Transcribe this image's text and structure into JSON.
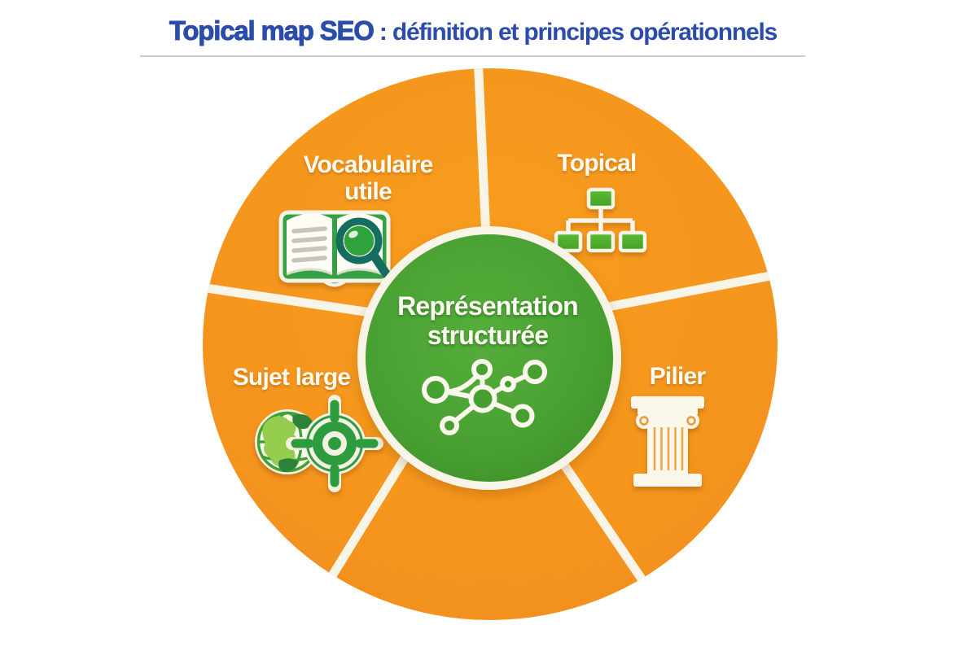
{
  "title": {
    "strong": "Topical map SEO",
    "rest": " : définition et principes opérationnels"
  },
  "hub": {
    "line1": "Représentation",
    "line2": "structurée",
    "icon": "network-graph-icon"
  },
  "segments": [
    {
      "name": "vocabulaire-utile",
      "line1": "Vocabulaire",
      "line2": "utile",
      "icon": "open-book-magnifier-icon",
      "position": "top-left"
    },
    {
      "name": "topical",
      "line1": "Topical",
      "line2": "",
      "icon": "org-chart-icon",
      "position": "top-right"
    },
    {
      "name": "sujet-large",
      "line1": "Sujet large",
      "line2": "",
      "icon": "globe-target-icon",
      "position": "left"
    },
    {
      "name": "pilier",
      "line1": "Pilier",
      "line2": "",
      "icon": "pillar-icon",
      "position": "right"
    },
    {
      "name": "empty-segment",
      "line1": "",
      "line2": "",
      "icon": "",
      "position": "bottom"
    }
  ],
  "colors": {
    "wheel_orange": "#F5951D",
    "hub_green": "#48A032",
    "divider_cream": "#F8F4E7",
    "title_blue": "#2B4DA9",
    "label_text": "#FCF9EE",
    "icon_green": "#4FAE2F",
    "magnifier_teal": "#156D60"
  }
}
